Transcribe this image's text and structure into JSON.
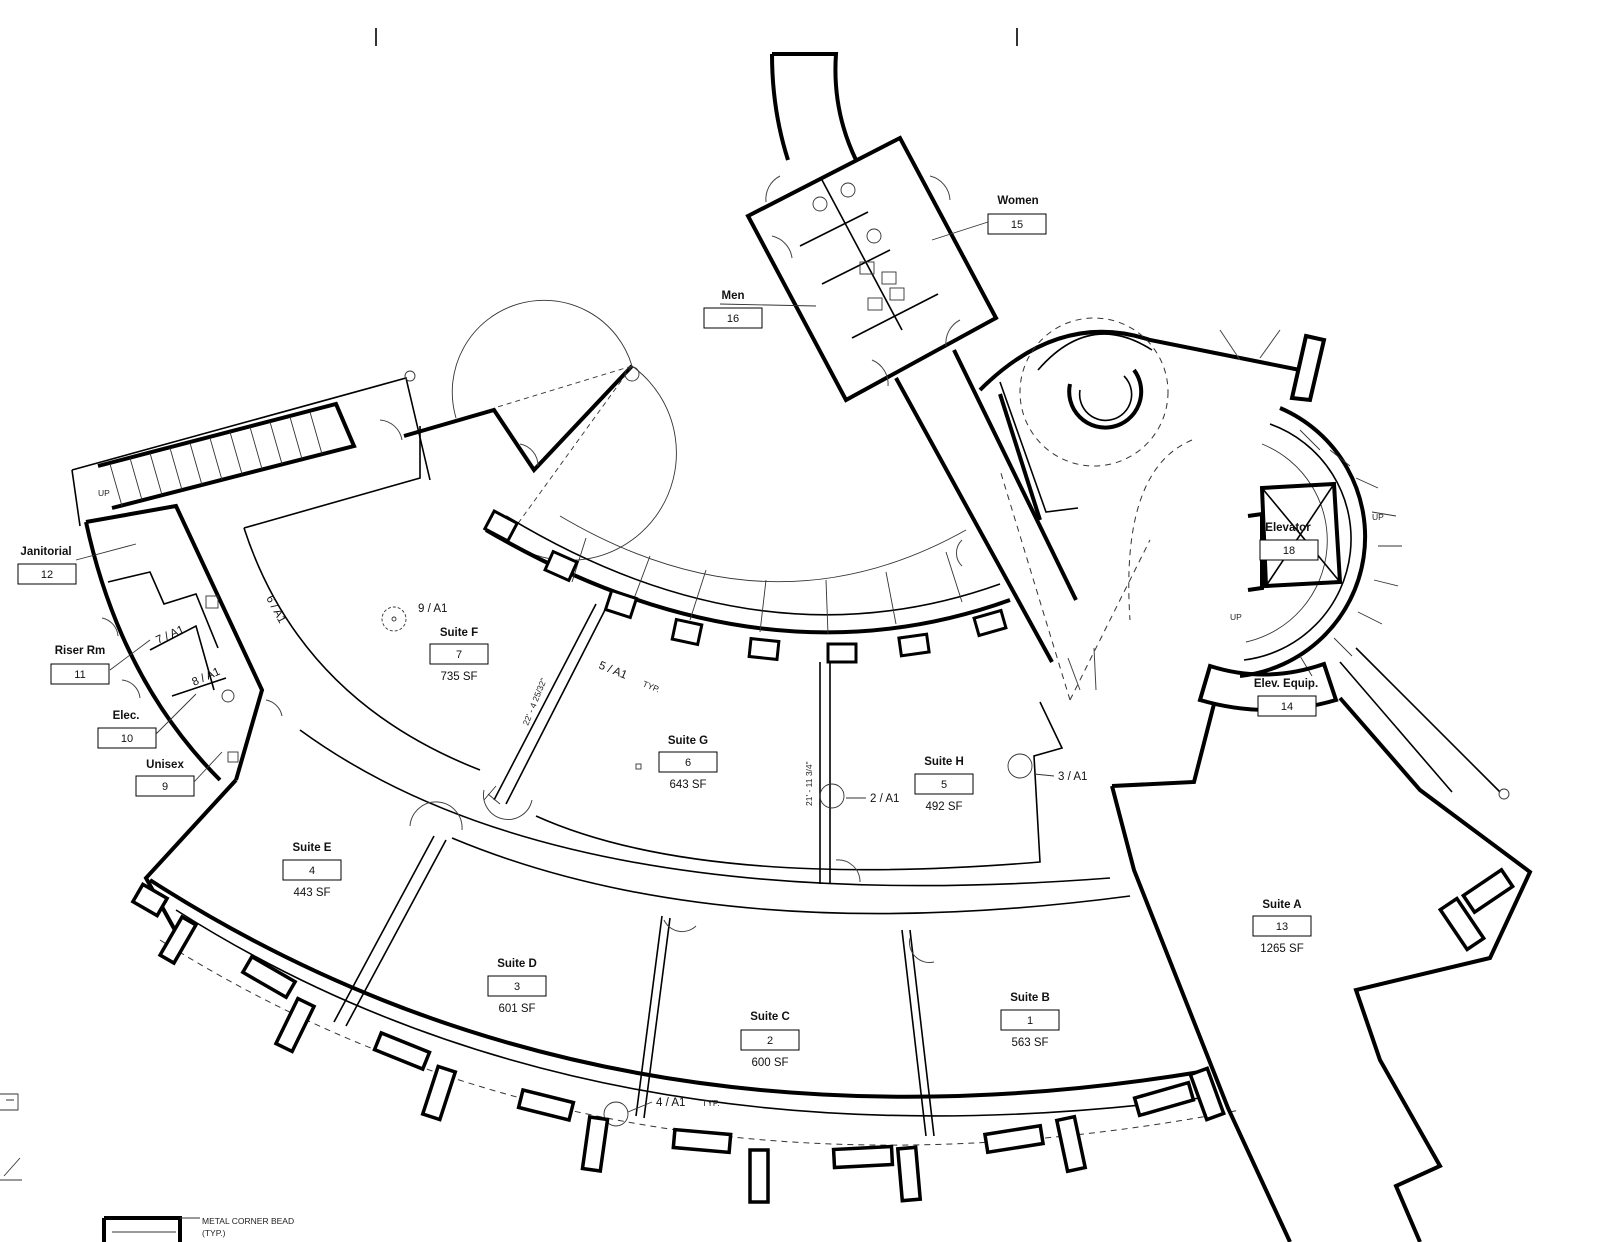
{
  "rooms": {
    "women": {
      "name": "Women",
      "number": "15"
    },
    "men": {
      "name": "Men",
      "number": "16"
    },
    "janitorial": {
      "name": "Janitorial",
      "number": "12"
    },
    "riser": {
      "name": "Riser Rm",
      "number": "11"
    },
    "elec": {
      "name": "Elec.",
      "number": "10"
    },
    "unisex": {
      "name": "Unisex",
      "number": "9"
    },
    "elevator": {
      "name": "Elevator",
      "number": "18"
    },
    "elev_equip": {
      "name": "Elev. Equip.",
      "number": "14"
    },
    "suite_f": {
      "name": "Suite F",
      "number": "7",
      "area": "735 SF"
    },
    "suite_g": {
      "name": "Suite G",
      "number": "6",
      "area": "643 SF"
    },
    "suite_h": {
      "name": "Suite H",
      "number": "5",
      "area": "492 SF"
    },
    "suite_e": {
      "name": "Suite E",
      "number": "4",
      "area": "443 SF"
    },
    "suite_d": {
      "name": "Suite D",
      "number": "3",
      "area": "601 SF"
    },
    "suite_c": {
      "name": "Suite C",
      "number": "2",
      "area": "600 SF"
    },
    "suite_b": {
      "name": "Suite B",
      "number": "1",
      "area": "563 SF"
    },
    "suite_a": {
      "name": "Suite A",
      "number": "13",
      "area": "1265 SF"
    }
  },
  "callouts": {
    "c9": "9 / A1",
    "c7": "7 / A1",
    "c8": "8 / A1",
    "c6": "6 / A1",
    "c5": "5 / A1",
    "c5_typ": "TYP.",
    "c2": "2 / A1",
    "c3": "3 / A1",
    "c4": "4 / A1",
    "c4_typ": "TYP."
  },
  "dimensions": {
    "dim_g": "22' - 4 25/32\"",
    "dim_h": "21' - 11 3/4\""
  },
  "stairs": {
    "up_left": "UP",
    "up_elev_1": "UP",
    "up_elev_2": "UP"
  },
  "detail": {
    "note_line1": "METAL CORNER BEAD",
    "note_line2": "(TYP.)"
  }
}
